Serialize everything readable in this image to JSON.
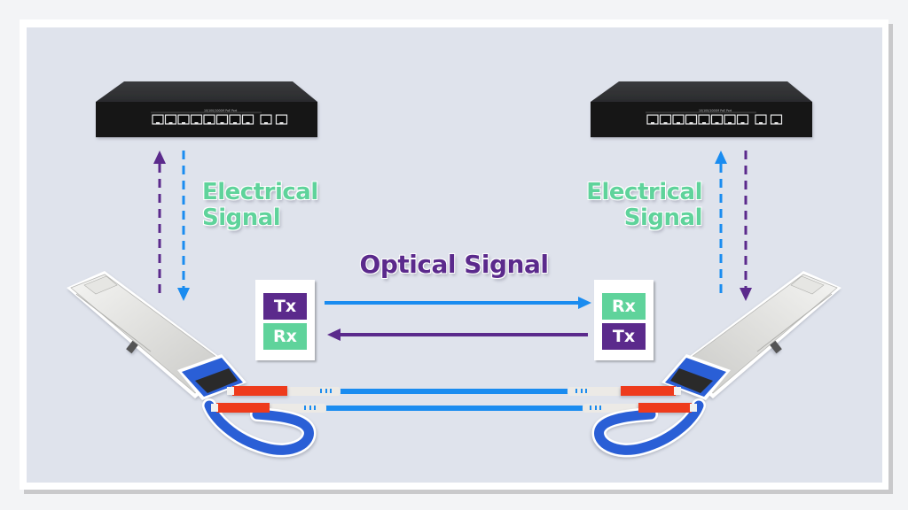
{
  "diagram": {
    "title": "Transceiver signal flow",
    "colors": {
      "background": "#f3f4f6",
      "panel": "#dfe3ec",
      "purple": "#5b2a8c",
      "blue": "#1a8cf0",
      "green": "#5fd39b",
      "switch_body": "#1f2022",
      "module_blue": "#2a5fd6",
      "connector_red": "#ee3b1f"
    },
    "left_side": {
      "switch": {
        "label": "10/100/1000M PoE Port",
        "ports": 10
      },
      "electrical_label": {
        "line1": "Electrical",
        "line2": "Signal"
      },
      "arrows": [
        {
          "direction": "up",
          "color": "purple",
          "style": "dashed"
        },
        {
          "direction": "down",
          "color": "blue",
          "style": "dashed"
        }
      ],
      "card": {
        "top": "Tx",
        "bottom": "Rx"
      }
    },
    "right_side": {
      "switch": {
        "label": "10/100/1000M PoE Port",
        "ports": 10
      },
      "electrical_label": {
        "line1": "Electrical",
        "line2": "Signal"
      },
      "arrows": [
        {
          "direction": "up",
          "color": "blue",
          "style": "dashed"
        },
        {
          "direction": "down",
          "color": "purple",
          "style": "dashed"
        }
      ],
      "card": {
        "top": "Rx",
        "bottom": "Tx"
      }
    },
    "optical": {
      "label": "Optical Signal",
      "arrows": [
        {
          "direction": "right",
          "color": "blue",
          "from": "Tx",
          "to": "Rx"
        },
        {
          "direction": "left",
          "color": "purple",
          "from": "Tx",
          "to": "Rx"
        }
      ]
    },
    "cables": {
      "count": 2,
      "color": "blue"
    }
  }
}
